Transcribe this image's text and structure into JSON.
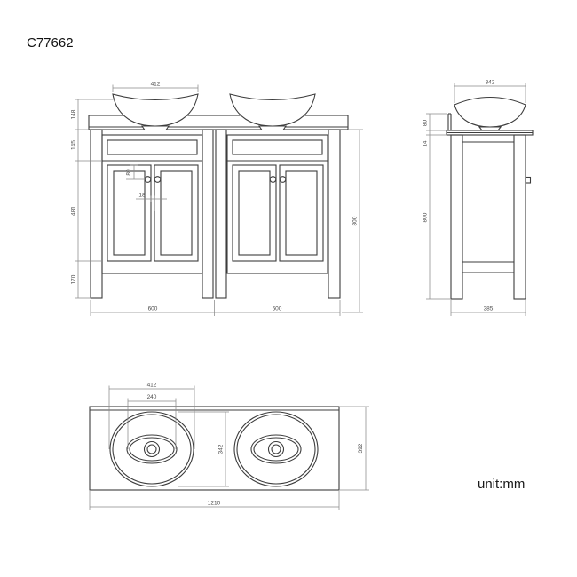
{
  "title": "C77662",
  "unit_label": "unit:mm",
  "colors": {
    "object_line": "#3d3d3d",
    "dimension_line": "#8a8a8a",
    "background": "#ffffff"
  },
  "front_view": {
    "dims": {
      "sink_width": "412",
      "sink_height": "148",
      "apron_height": "145",
      "door_height": "481",
      "leg_height": "170",
      "knob_offset": "80",
      "door_gap": "18",
      "total_height": "800",
      "cabinet_width_left": "600",
      "cabinet_width_right": "600"
    }
  },
  "side_view": {
    "dims": {
      "sink_depth": "342",
      "sink_above_counter": "80",
      "counter_thickness": "14",
      "total_height": "800",
      "base_depth": "385"
    }
  },
  "plan_view": {
    "dims": {
      "sink_length": "412",
      "basin_length": "240",
      "sink_depth": "342",
      "counter_depth": "392",
      "total_length": "1210"
    }
  }
}
